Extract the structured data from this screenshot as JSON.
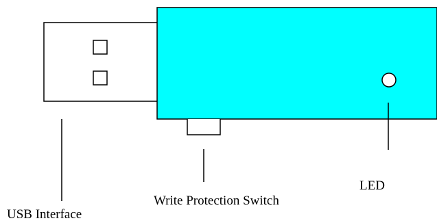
{
  "labels": {
    "usb_interface": "USB Interface",
    "write_protection_switch": "Write Protection Switch",
    "led": "LED"
  },
  "colors": {
    "body_fill": "#00ffff",
    "stroke": "#000000",
    "background": "#ffffff"
  }
}
